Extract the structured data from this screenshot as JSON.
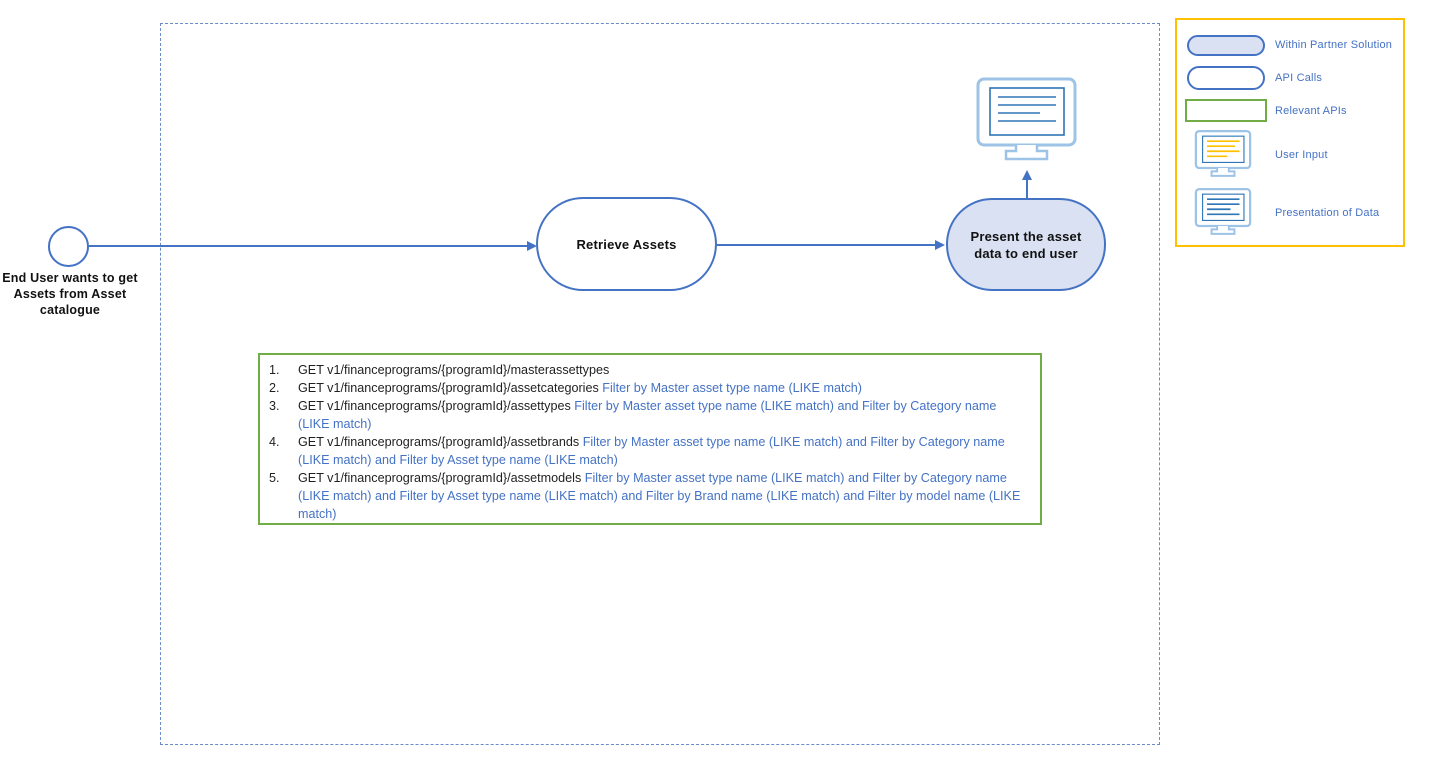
{
  "diagram": {
    "start": {
      "caption": "End User wants to get Assets from Asset catalogue"
    },
    "retrieve_node": {
      "label": "Retrieve Assets"
    },
    "present_node": {
      "label": "Present the asset data to end user"
    }
  },
  "api_box": {
    "items": [
      {
        "num": "1.",
        "endpoint": "GET v1/financeprograms/{programId}/masterassettypes",
        "filter": ""
      },
      {
        "num": "2.",
        "endpoint": "GET v1/financeprograms/{programId}/assetcategories",
        "filter": "Filter by Master asset type name (LIKE match)"
      },
      {
        "num": "3.",
        "endpoint": "GET v1/financeprograms/{programId}/assettypes",
        "filter": "Filter by Master asset type name (LIKE match) and Filter by Category name (LIKE match)"
      },
      {
        "num": "4.",
        "endpoint": "GET v1/financeprograms/{programId}/assetbrands",
        "filter": "Filter by Master asset type name (LIKE match) and Filter by Category name (LIKE match)  and Filter by Asset type name (LIKE match)"
      },
      {
        "num": "5.",
        "endpoint": "GET v1/financeprograms/{programId}/assetmodels",
        "filter": "Filter by Master asset type name (LIKE match) and Filter by Category name (LIKE match)  and Filter by Asset type name (LIKE match) and Filter by Brand name (LIKE match) and Filter by model name (LIKE match)"
      }
    ]
  },
  "legend": {
    "items": [
      {
        "icon": "partner-solution-pill",
        "label": "Within Partner Solution"
      },
      {
        "icon": "api-calls-pill",
        "label": "API Calls"
      },
      {
        "icon": "relevant-apis-rect",
        "label": "Relevant APIs"
      },
      {
        "icon": "monitor-user-input-icon",
        "label": "User Input"
      },
      {
        "icon": "monitor-presentation-icon",
        "label": "Presentation of Data"
      }
    ]
  },
  "colors": {
    "blue_border": "#4472C4",
    "light_blue_fill": "#D9E1F2",
    "green_border": "#70AD47",
    "orange_border": "#FFC000",
    "link_blue_text": "#4472C4",
    "monitor_light_blue": "#9DC3E6",
    "monitor_screen_blue": "#2E75B6"
  }
}
